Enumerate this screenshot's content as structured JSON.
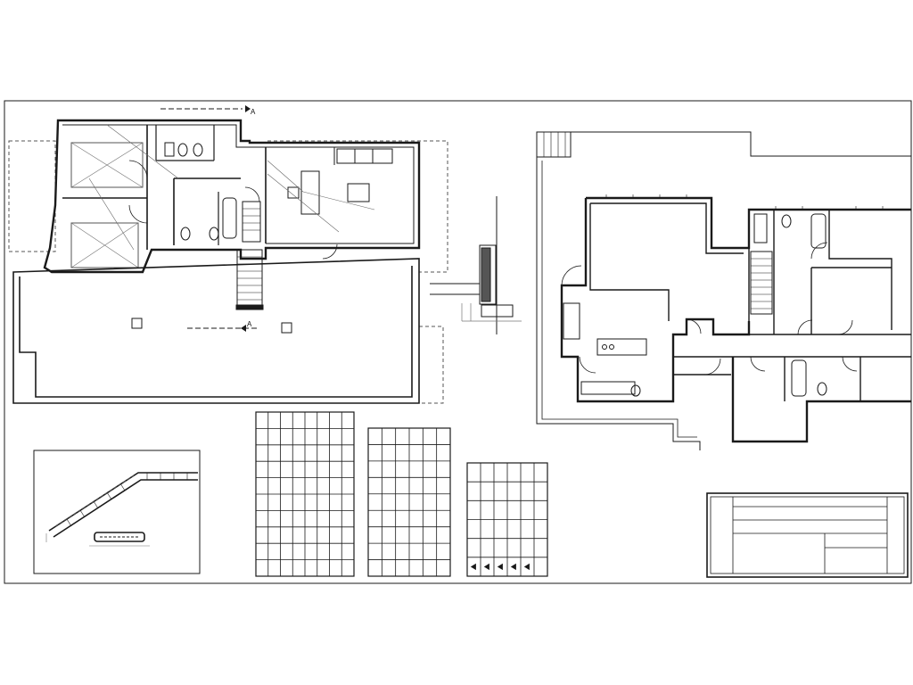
{
  "section_marker_upper": "A",
  "section_marker_lower": "A",
  "colors": {
    "line": "#1a1a1a",
    "hatch": "#555555",
    "dim": "#777777",
    "paper": "#ffffff"
  },
  "views": [
    "ground-floor-plan",
    "first-floor-plan",
    "wall-section",
    "stair-detail",
    "door-window-schedule-1",
    "door-window-schedule-2",
    "door-window-schedule-3",
    "title-block"
  ],
  "schedule_1": {
    "columns": 8,
    "rows": 10
  },
  "schedule_2": {
    "columns": 6,
    "rows": 9
  },
  "schedule_3": {
    "columns": 6,
    "rows": 6,
    "symbol_count": 5
  },
  "title_block": {
    "rows": 5
  }
}
